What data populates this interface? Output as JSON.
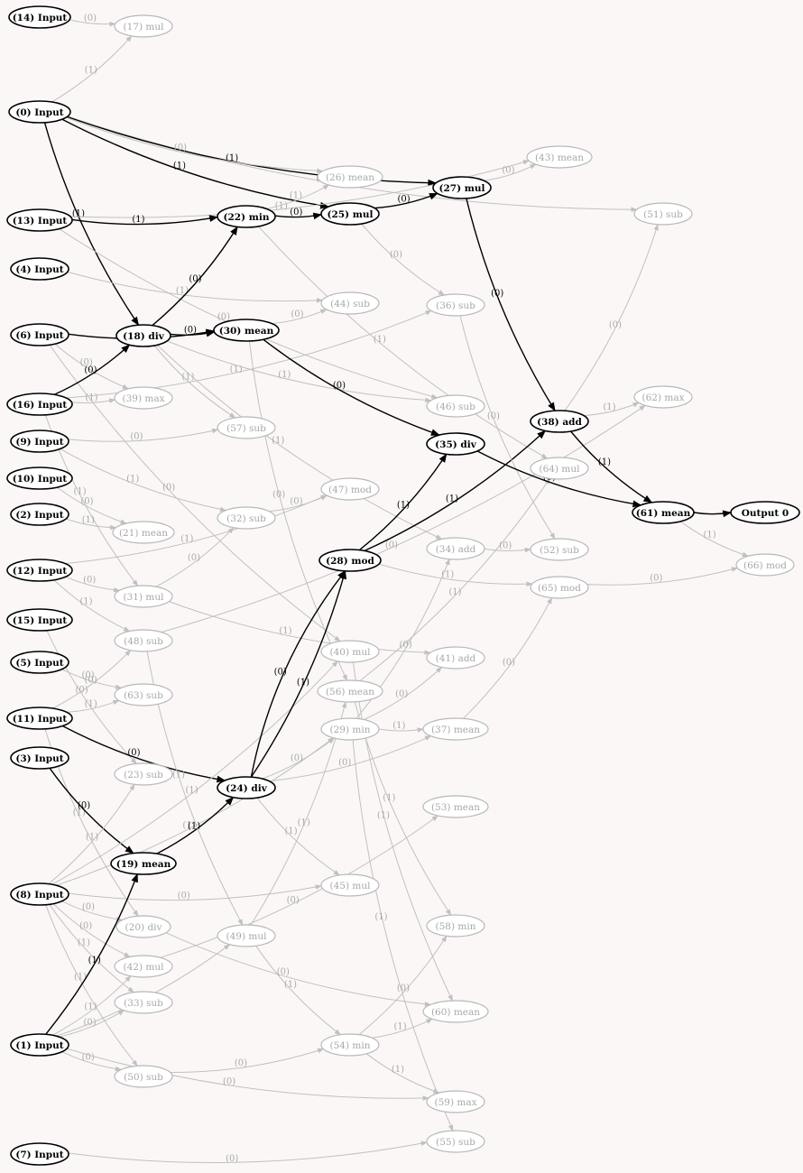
{
  "nodes": [
    {
      "id": "n14",
      "label": "(14) Input",
      "active": true
    },
    {
      "id": "n17",
      "label": "(17) mul",
      "active": false
    },
    {
      "id": "n0",
      "label": "(0) Input",
      "active": true
    },
    {
      "id": "n13",
      "label": "(13) Input",
      "active": true
    },
    {
      "id": "n4",
      "label": "(4) Input",
      "active": true
    },
    {
      "id": "n6",
      "label": "(6) Input",
      "active": true
    },
    {
      "id": "n16",
      "label": "(16) Input",
      "active": true
    },
    {
      "id": "n9",
      "label": "(9) Input",
      "active": true
    },
    {
      "id": "n10",
      "label": "(10) Input",
      "active": true
    },
    {
      "id": "n2",
      "label": "(2) Input",
      "active": true
    },
    {
      "id": "n12",
      "label": "(12) Input",
      "active": true
    },
    {
      "id": "n15",
      "label": "(15) Input",
      "active": true
    },
    {
      "id": "n5",
      "label": "(5) Input",
      "active": true
    },
    {
      "id": "n11",
      "label": "(11) Input",
      "active": true
    },
    {
      "id": "n3",
      "label": "(3) Input",
      "active": true
    },
    {
      "id": "n8",
      "label": "(8) Input",
      "active": true
    },
    {
      "id": "n1",
      "label": "(1) Input",
      "active": true
    },
    {
      "id": "n7",
      "label": "(7) Input",
      "active": true
    },
    {
      "id": "n18",
      "label": "(18) div",
      "active": true
    },
    {
      "id": "n39",
      "label": "(39) max",
      "active": false
    },
    {
      "id": "n21",
      "label": "(21) mean",
      "active": false
    },
    {
      "id": "n31",
      "label": "(31) mul",
      "active": false
    },
    {
      "id": "n48",
      "label": "(48) sub",
      "active": false
    },
    {
      "id": "n63",
      "label": "(63) sub",
      "active": false
    },
    {
      "id": "n23",
      "label": "(23) sub",
      "active": false
    },
    {
      "id": "n19",
      "label": "(19) mean",
      "active": true
    },
    {
      "id": "n20",
      "label": "(20) div",
      "active": false
    },
    {
      "id": "n42",
      "label": "(42) mul",
      "active": false
    },
    {
      "id": "n33",
      "label": "(33) sub",
      "active": false
    },
    {
      "id": "n50",
      "label": "(50) sub",
      "active": false
    },
    {
      "id": "n22",
      "label": "(22) min",
      "active": true
    },
    {
      "id": "n30",
      "label": "(30) mean",
      "active": true
    },
    {
      "id": "n57",
      "label": "(57) sub",
      "active": false
    },
    {
      "id": "n32",
      "label": "(32) sub",
      "active": false
    },
    {
      "id": "n24",
      "label": "(24) div",
      "active": true
    },
    {
      "id": "n49",
      "label": "(49) mul",
      "active": false
    },
    {
      "id": "n26",
      "label": "(26) mean",
      "active": false
    },
    {
      "id": "n25",
      "label": "(25) mul",
      "active": true
    },
    {
      "id": "n44",
      "label": "(44) sub",
      "active": false
    },
    {
      "id": "n47",
      "label": "(47) mod",
      "active": false
    },
    {
      "id": "n28",
      "label": "(28) mod",
      "active": true
    },
    {
      "id": "n40",
      "label": "(40) mul",
      "active": false
    },
    {
      "id": "n56",
      "label": "(56) mean",
      "active": false
    },
    {
      "id": "n29",
      "label": "(29) min",
      "active": false
    },
    {
      "id": "n45",
      "label": "(45) mul",
      "active": false
    },
    {
      "id": "n54",
      "label": "(54) min",
      "active": false
    },
    {
      "id": "n27",
      "label": "(27) mul",
      "active": true
    },
    {
      "id": "n36",
      "label": "(36) sub",
      "active": false
    },
    {
      "id": "n46",
      "label": "(46) sub",
      "active": false
    },
    {
      "id": "n35",
      "label": "(35) div",
      "active": true
    },
    {
      "id": "n34",
      "label": "(34) add",
      "active": false
    },
    {
      "id": "n41",
      "label": "(41) add",
      "active": false
    },
    {
      "id": "n37",
      "label": "(37) mean",
      "active": false
    },
    {
      "id": "n53",
      "label": "(53) mean",
      "active": false
    },
    {
      "id": "n58",
      "label": "(58) min",
      "active": false
    },
    {
      "id": "n60",
      "label": "(60) mean",
      "active": false
    },
    {
      "id": "n59",
      "label": "(59) max",
      "active": false
    },
    {
      "id": "n55",
      "label": "(55) sub",
      "active": false
    },
    {
      "id": "n43",
      "label": "(43) mean",
      "active": false
    },
    {
      "id": "n38",
      "label": "(38) add",
      "active": true
    },
    {
      "id": "n64",
      "label": "(64) mul",
      "active": false
    },
    {
      "id": "n52",
      "label": "(52) sub",
      "active": false
    },
    {
      "id": "n65",
      "label": "(65) mod",
      "active": false
    },
    {
      "id": "n51",
      "label": "(51) sub",
      "active": false
    },
    {
      "id": "n62",
      "label": "(62) max",
      "active": false
    },
    {
      "id": "n61",
      "label": "(61) mean",
      "active": true
    },
    {
      "id": "n66",
      "label": "(66) mod",
      "active": false
    },
    {
      "id": "out0",
      "label": "Output 0",
      "active": true
    }
  ],
  "edges": [
    {
      "from": "n14",
      "to": "n17",
      "label": "(0)",
      "active": false
    },
    {
      "from": "n0",
      "to": "n17",
      "label": "(1)",
      "active": false
    },
    {
      "from": "n0",
      "to": "n51",
      "label": "(1)",
      "active": false
    },
    {
      "from": "n0",
      "to": "n27",
      "label": "(1)",
      "active": true
    },
    {
      "from": "n0",
      "to": "n26",
      "label": "(0)",
      "active": false
    },
    {
      "from": "n0",
      "to": "n25",
      "label": "(1)",
      "active": true
    },
    {
      "from": "n0",
      "to": "n18",
      "label": "(1)",
      "active": true
    },
    {
      "from": "n13",
      "to": "n43",
      "label": "(1)",
      "active": false
    },
    {
      "from": "n13",
      "to": "n22",
      "label": "(1)",
      "active": true
    },
    {
      "from": "n13",
      "to": "n46",
      "label": "(0)",
      "active": false
    },
    {
      "from": "n4",
      "to": "n44",
      "label": "(1)",
      "active": false
    },
    {
      "from": "n6",
      "to": "n30",
      "label": "(1)",
      "active": true
    },
    {
      "from": "n6",
      "to": "n39",
      "label": "(0)",
      "active": false
    },
    {
      "from": "n6",
      "to": "n40",
      "label": "(0)",
      "active": false
    },
    {
      "from": "n16",
      "to": "n18",
      "label": "(0)",
      "active": true
    },
    {
      "from": "n16",
      "to": "n39",
      "label": "(1)",
      "active": false
    },
    {
      "from": "n16",
      "to": "n36",
      "label": "(1)",
      "active": false
    },
    {
      "from": "n16",
      "to": "n31",
      "label": "(1)",
      "active": false
    },
    {
      "from": "n9",
      "to": "n57",
      "label": "(0)",
      "active": false
    },
    {
      "from": "n9",
      "to": "n32",
      "label": "(1)",
      "active": false
    },
    {
      "from": "n10",
      "to": "n21",
      "label": "(0)",
      "active": false
    },
    {
      "from": "n2",
      "to": "n21",
      "label": "(1)",
      "active": false
    },
    {
      "from": "n12",
      "to": "n31",
      "label": "(0)",
      "active": false
    },
    {
      "from": "n12",
      "to": "n48",
      "label": "(1)",
      "active": false
    },
    {
      "from": "n12",
      "to": "n47",
      "label": "(1)",
      "active": false
    },
    {
      "from": "n15",
      "to": "n23",
      "label": "(0)",
      "active": false
    },
    {
      "from": "n5",
      "to": "n63",
      "label": "(0)",
      "active": false
    },
    {
      "from": "n11",
      "to": "n48",
      "label": "(0)",
      "active": false
    },
    {
      "from": "n11",
      "to": "n63",
      "label": "(1)",
      "active": false
    },
    {
      "from": "n11",
      "to": "n24",
      "label": "(0)",
      "active": true
    },
    {
      "from": "n11",
      "to": "n20",
      "label": "(1)",
      "active": false
    },
    {
      "from": "n3",
      "to": "n19",
      "label": "(0)",
      "active": true
    },
    {
      "from": "n8",
      "to": "n23",
      "label": "(1)",
      "active": false
    },
    {
      "from": "n8",
      "to": "n40",
      "label": "(1)",
      "active": false
    },
    {
      "from": "n8",
      "to": "n29",
      "label": "(1)",
      "active": false
    },
    {
      "from": "n8",
      "to": "n45",
      "label": "(0)",
      "active": false
    },
    {
      "from": "n8",
      "to": "n20",
      "label": "(0)",
      "active": false
    },
    {
      "from": "n8",
      "to": "n42",
      "label": "(0)",
      "active": false
    },
    {
      "from": "n8",
      "to": "n33",
      "label": "(1)",
      "active": false
    },
    {
      "from": "n8",
      "to": "n50",
      "label": "(1)",
      "active": false
    },
    {
      "from": "n1",
      "to": "n19",
      "label": "(1)",
      "active": true
    },
    {
      "from": "n1",
      "to": "n42",
      "label": "(1)",
      "active": false
    },
    {
      "from": "n1",
      "to": "n33",
      "label": "(0)",
      "active": false
    },
    {
      "from": "n1",
      "to": "n50",
      "label": "(0)",
      "active": false
    },
    {
      "from": "n1",
      "to": "n49",
      "label": "(0)",
      "active": false
    },
    {
      "from": "n1",
      "to": "n59",
      "label": "(0)",
      "active": false
    },
    {
      "from": "n7",
      "to": "n55",
      "label": "(0)",
      "active": false
    },
    {
      "from": "n18",
      "to": "n22",
      "label": "(0)",
      "active": true
    },
    {
      "from": "n18",
      "to": "n30",
      "label": "(0)",
      "active": true
    },
    {
      "from": "n18",
      "to": "n57",
      "label": "(1)",
      "active": false
    },
    {
      "from": "n18",
      "to": "n46",
      "label": "(1)",
      "active": false
    },
    {
      "from": "n18",
      "to": "n34",
      "label": "(1)",
      "active": false
    },
    {
      "from": "n19",
      "to": "n24",
      "label": "(1)",
      "active": true
    },
    {
      "from": "n20",
      "to": "n60",
      "label": "(0)",
      "active": false
    },
    {
      "from": "n22",
      "to": "n26",
      "label": "(1)",
      "active": false
    },
    {
      "from": "n22",
      "to": "n25",
      "label": "(0)",
      "active": true
    },
    {
      "from": "n22",
      "to": "n64",
      "label": "(1)",
      "active": false
    },
    {
      "from": "n30",
      "to": "n44",
      "label": "(0)",
      "active": false
    },
    {
      "from": "n30",
      "to": "n35",
      "label": "(0)",
      "active": true
    },
    {
      "from": "n30",
      "to": "n56",
      "label": "(0)",
      "active": false
    },
    {
      "from": "n31",
      "to": "n32",
      "label": "(0)",
      "active": false
    },
    {
      "from": "n31",
      "to": "n41",
      "label": "(1)",
      "active": false
    },
    {
      "from": "n32",
      "to": "n47",
      "label": "(0)",
      "active": false
    },
    {
      "from": "n48",
      "to": "n62",
      "label": "(0)",
      "active": false
    },
    {
      "from": "n48",
      "to": "n49",
      "label": "(1)",
      "active": false
    },
    {
      "from": "n24",
      "to": "n28",
      "label": "(1)",
      "active": true
    },
    {
      "from": "n24",
      "to": "n28",
      "label": "(0)",
      "active": true
    },
    {
      "from": "n24",
      "to": "n29",
      "label": "(0)",
      "active": false
    },
    {
      "from": "n24",
      "to": "n37",
      "label": "(0)",
      "active": false
    },
    {
      "from": "n24",
      "to": "n45",
      "label": "(1)",
      "active": false
    },
    {
      "from": "n42",
      "to": "n53",
      "label": "(0)",
      "active": false
    },
    {
      "from": "n49",
      "to": "n54",
      "label": "(1)",
      "active": false
    },
    {
      "from": "n49",
      "to": "n56",
      "label": "(1)",
      "active": false
    },
    {
      "from": "n50",
      "to": "n54",
      "label": "(0)",
      "active": false
    },
    {
      "from": "n25",
      "to": "n27",
      "label": "(0)",
      "active": true
    },
    {
      "from": "n25",
      "to": "n36",
      "label": "(0)",
      "active": false
    },
    {
      "from": "n27",
      "to": "n43",
      "label": "(0)",
      "active": false
    },
    {
      "from": "n27",
      "to": "n38",
      "label": "(0)",
      "active": true
    },
    {
      "from": "n28",
      "to": "n35",
      "label": "(1)",
      "active": true
    },
    {
      "from": "n28",
      "to": "n38",
      "label": "(1)",
      "active": true
    },
    {
      "from": "n28",
      "to": "n65",
      "label": "(1)",
      "active": false
    },
    {
      "from": "n40",
      "to": "n60",
      "label": "(1)",
      "active": false
    },
    {
      "from": "n56",
      "to": "n64",
      "label": "(1)",
      "active": false
    },
    {
      "from": "n56",
      "to": "n58",
      "label": "(1)",
      "active": false
    },
    {
      "from": "n29",
      "to": "n41",
      "label": "(0)",
      "active": false
    },
    {
      "from": "n29",
      "to": "n37",
      "label": "(1)",
      "active": false
    },
    {
      "from": "n29",
      "to": "n34",
      "label": "(0)",
      "active": false
    },
    {
      "from": "n29",
      "to": "n55",
      "label": "(1)",
      "active": false
    },
    {
      "from": "n54",
      "to": "n58",
      "label": "(0)",
      "active": false
    },
    {
      "from": "n54",
      "to": "n60",
      "label": "(1)",
      "active": false
    },
    {
      "from": "n54",
      "to": "n59",
      "label": "(1)",
      "active": false
    },
    {
      "from": "n36",
      "to": "n52",
      "label": "(0)",
      "active": false
    },
    {
      "from": "n35",
      "to": "n61",
      "label": "(0)",
      "active": true
    },
    {
      "from": "n34",
      "to": "n52",
      "label": "(0)",
      "active": false
    },
    {
      "from": "n37",
      "to": "n65",
      "label": "(0)",
      "active": false
    },
    {
      "from": "n38",
      "to": "n51",
      "label": "(0)",
      "active": false
    },
    {
      "from": "n38",
      "to": "n62",
      "label": "(1)",
      "active": false
    },
    {
      "from": "n38",
      "to": "n61",
      "label": "(1)",
      "active": true
    },
    {
      "from": "n65",
      "to": "n66",
      "label": "(0)",
      "active": false
    },
    {
      "from": "n61",
      "to": "n66",
      "label": "(1)",
      "active": false
    },
    {
      "from": "n61",
      "to": "out0",
      "label": "",
      "active": true
    }
  ]
}
